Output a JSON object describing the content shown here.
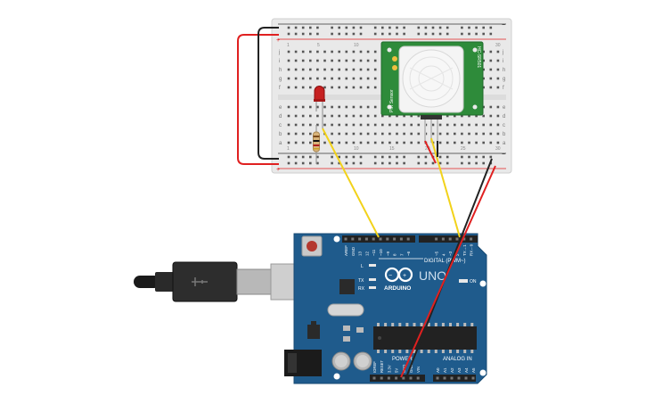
{
  "breadboard": {
    "row_letters_top": [
      "j",
      "i",
      "h",
      "g",
      "f"
    ],
    "row_letters_bottom": [
      "e",
      "d",
      "c",
      "b",
      "a"
    ],
    "column_numbers": [
      "1",
      "5",
      "10",
      "15",
      "20",
      "25",
      "30"
    ],
    "rail_plus": "+",
    "rail_minus": "−"
  },
  "pir_sensor": {
    "label_left": "PIR Sensor",
    "label_right": "HC-SR501"
  },
  "arduino": {
    "brand": "ARDUINO",
    "model": "UNO",
    "digital_label": "DIGITAL (PWM~)",
    "power_label": "POWER",
    "analog_label": "ANALOG IN",
    "on_label": "ON",
    "led_labels": [
      "L",
      "TX",
      "RX"
    ],
    "digital_pins": [
      "AREF",
      "GND",
      "13",
      "12",
      "~11",
      "~10",
      "~9",
      "8",
      "7",
      "~6",
      "~5",
      "4",
      "~3",
      "2",
      "TX→1",
      "RX←0"
    ],
    "power_pins": [
      "IOREF",
      "RESET",
      "3.3V",
      "5V",
      "GND",
      "GND",
      "VIN"
    ],
    "analog_pins": [
      "A0",
      "A1",
      "A2",
      "A3",
      "A4",
      "A5"
    ]
  },
  "colors": {
    "wire_red": "#e02020",
    "wire_black": "#222222",
    "wire_yellow": "#f2d21a",
    "board_blue": "#1f5b8c",
    "breadboard": "#e9e9e9",
    "pcb_green": "#2e8b3a"
  }
}
